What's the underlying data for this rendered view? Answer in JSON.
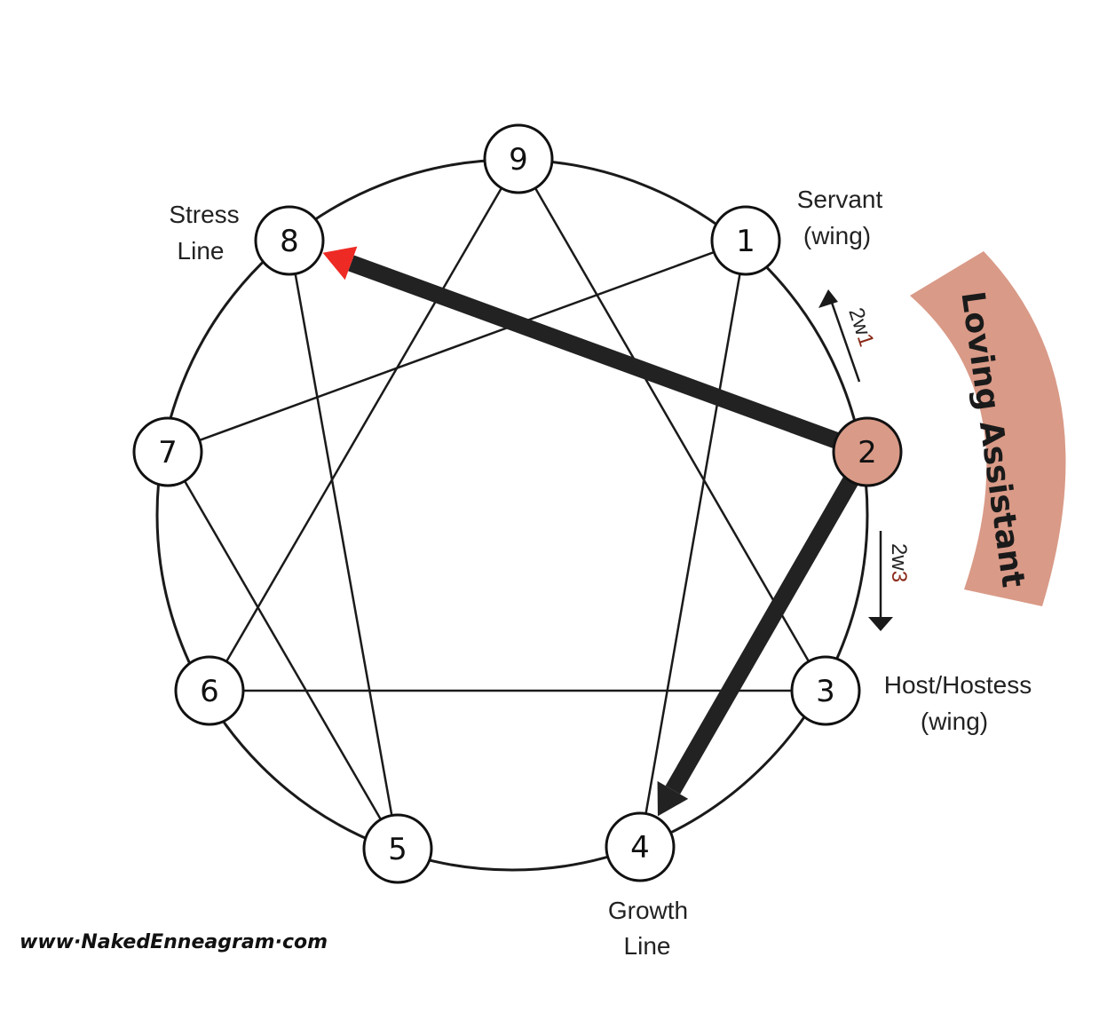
{
  "nodes": [
    {
      "id": "9",
      "label": "9",
      "highlight": false
    },
    {
      "id": "1",
      "label": "1",
      "highlight": false
    },
    {
      "id": "2",
      "label": "2",
      "highlight": true
    },
    {
      "id": "3",
      "label": "3",
      "highlight": false
    },
    {
      "id": "4",
      "label": "4",
      "highlight": false
    },
    {
      "id": "5",
      "label": "5",
      "highlight": false
    },
    {
      "id": "6",
      "label": "6",
      "highlight": false
    },
    {
      "id": "7",
      "label": "7",
      "highlight": false
    },
    {
      "id": "8",
      "label": "8",
      "highlight": false
    }
  ],
  "edges": [
    [
      "9",
      "3"
    ],
    [
      "9",
      "6"
    ],
    [
      "3",
      "6"
    ],
    [
      "1",
      "4"
    ],
    [
      "4",
      "2"
    ],
    [
      "2",
      "8"
    ],
    [
      "8",
      "5"
    ],
    [
      "5",
      "7"
    ],
    [
      "7",
      "1"
    ]
  ],
  "arrows": {
    "stress": {
      "from": "2",
      "to": "8",
      "head_color": "#ee2a24"
    },
    "growth": {
      "from": "2",
      "to": "4",
      "head_color": "#222222"
    }
  },
  "labels": {
    "stress_line_1": "Stress",
    "stress_line_2": "Line",
    "growth_line_1": "Growth",
    "growth_line_2": "Line",
    "servant_1": "Servant",
    "servant_2": "(wing)",
    "host_1": "Host/Hostess",
    "host_2": "(wing)",
    "wing_up_prefix": "2w",
    "wing_up_num": "1",
    "wing_down_prefix": "2w",
    "wing_down_num": "3",
    "banner": "Loving Assistant",
    "website": "www·NakedEnneagram·com"
  },
  "colors": {
    "highlight_fill": "#d99a87",
    "banner_fill": "#d99a87",
    "line": "#1a1a1a",
    "thick_arrow": "#222222",
    "stress_head": "#ee2a24",
    "wing_number": "#8b2a1a"
  }
}
